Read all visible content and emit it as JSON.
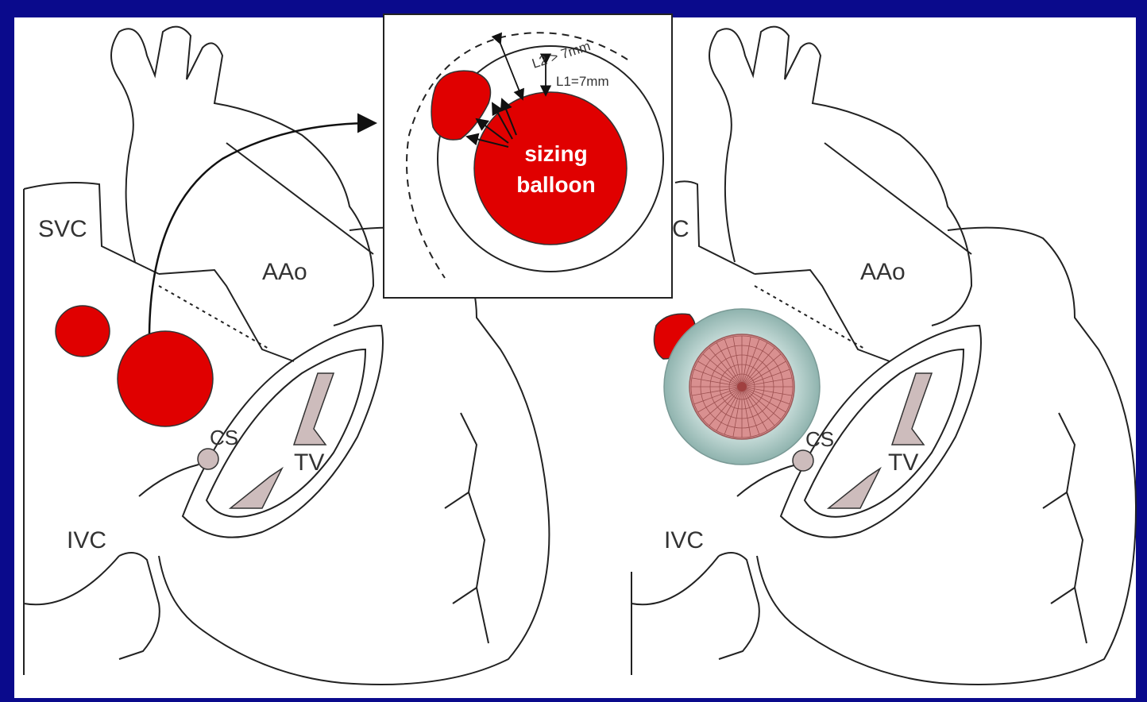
{
  "colors": {
    "frame": "#0a0a8c",
    "paper": "#ffffff",
    "defect_red": "#e00000",
    "structure_gray": "#cdbcbc",
    "device_mesh": "#b9d2cf",
    "device_core": "#d99090"
  },
  "left_panel": {
    "labels": {
      "svc": "SVC",
      "aao": "AAo",
      "cs": "CS",
      "tv": "TV",
      "ivc": "IVC"
    }
  },
  "inset": {
    "balloon_label_line1": "sizing",
    "balloon_label_line2": "balloon",
    "l1_label": "L1=7mm",
    "l2_label": "L2 > 7mm"
  },
  "right_panel": {
    "labels": {
      "svc_partial": "C",
      "aao": "AAo",
      "cs": "CS",
      "tv": "TV",
      "ivc": "IVC"
    },
    "device_icon": "septal-occluder-device"
  }
}
